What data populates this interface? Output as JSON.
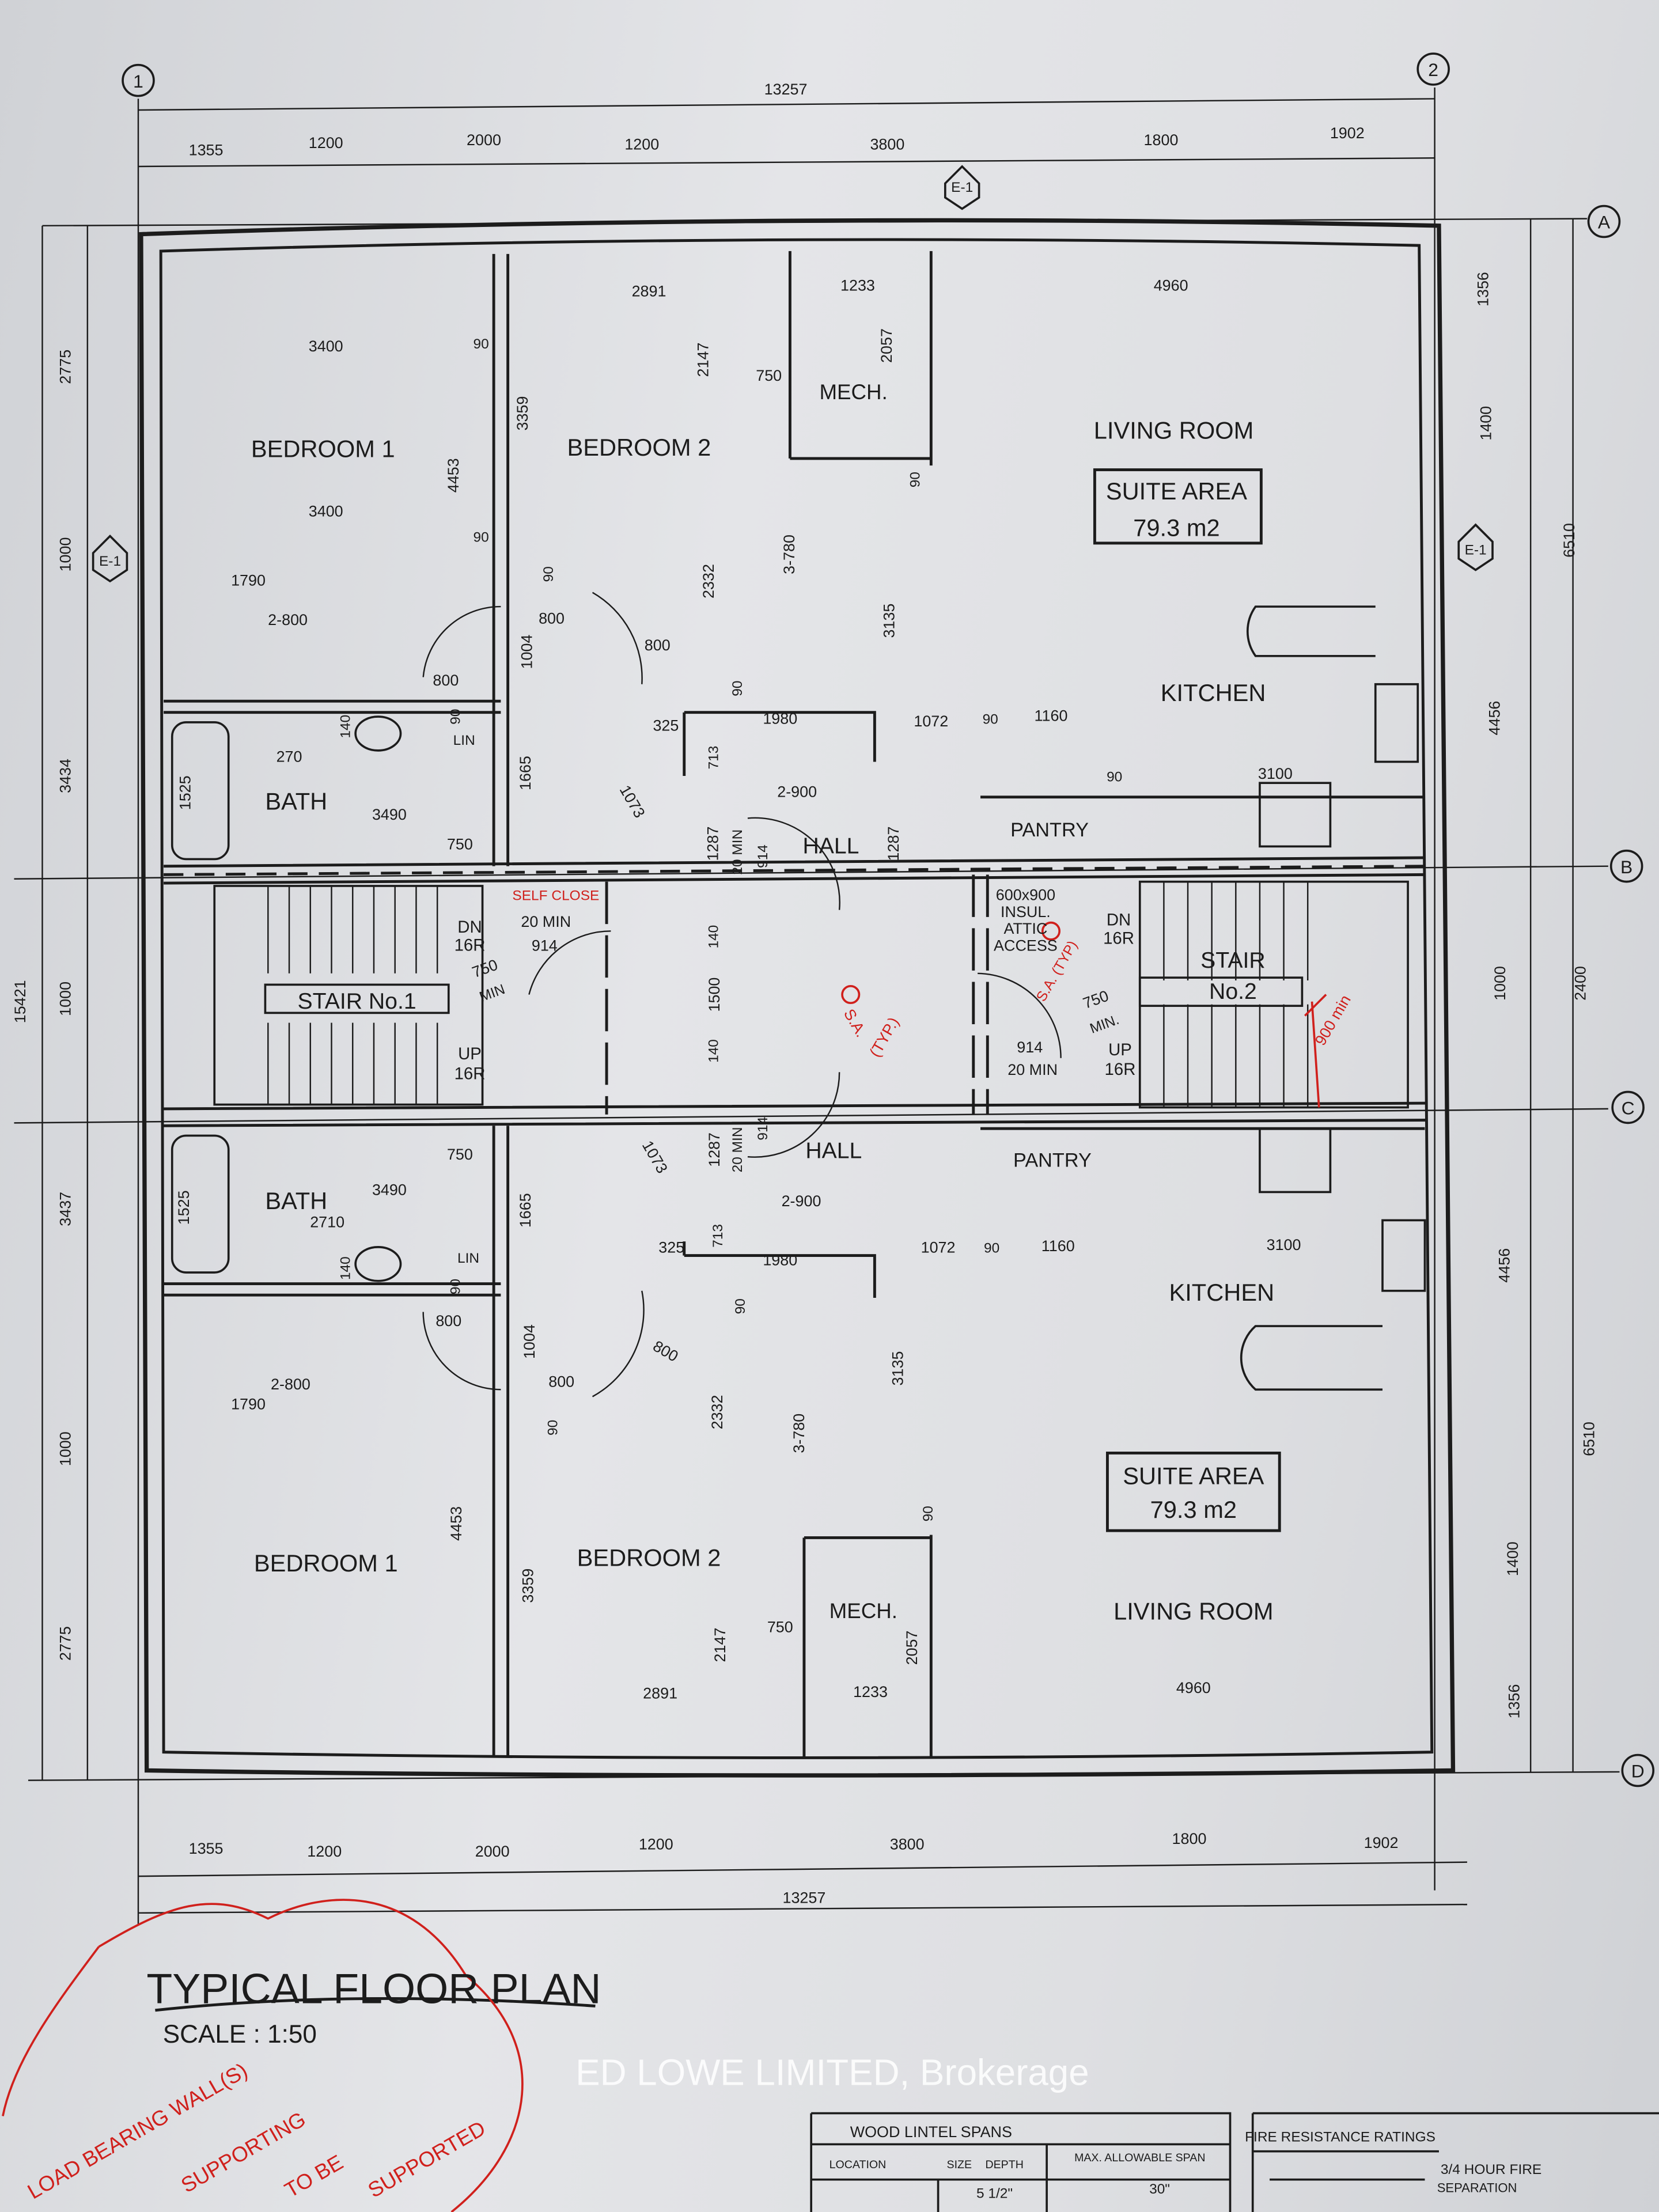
{
  "grid_markers": [
    "1",
    "2",
    "A",
    "B",
    "C",
    "D"
  ],
  "elevation_tags": [
    "E-1",
    "E-1",
    "E-1"
  ],
  "top_dims": {
    "overall": "13257",
    "segments": [
      "1355",
      "1200",
      "2000",
      "1200",
      "3800",
      "1800",
      "1902"
    ]
  },
  "bottom_dims": {
    "overall": "13257",
    "segments": [
      "1355",
      "1200",
      "2000",
      "1200",
      "3800",
      "1800",
      "1902"
    ]
  },
  "left_dims": [
    "2775",
    "1000",
    "3434",
    "1000",
    "3437",
    "1000",
    "2775",
    "15421"
  ],
  "right_dims": [
    "1356",
    "1400",
    "6510",
    "4456",
    "1000",
    "2400",
    "4456",
    "6510",
    "1400",
    "1356"
  ],
  "rooms": {
    "upper": {
      "bedroom1": "BEDROOM 1",
      "bedroom2": "BEDROOM 2",
      "mech": "MECH.",
      "living": "LIVING ROOM",
      "suite_area_label": "SUITE AREA",
      "suite_area_value": "79.3 m2",
      "kitchen": "KITCHEN",
      "bath": "BATH",
      "pantry": "PANTRY",
      "hall": "HALL",
      "lin": "LIN"
    },
    "lower": {
      "bedroom1": "BEDROOM 1",
      "bedroom2": "BEDROOM 2",
      "mech": "MECH.",
      "living": "LIVING ROOM",
      "suite_area_label": "SUITE AREA",
      "suite_area_value": "79.3 m2",
      "kitchen": "KITCHEN",
      "bath": "BATH",
      "pantry": "PANTRY",
      "hall": "HALL",
      "lin": "LIN"
    },
    "stair1": {
      "label": "STAIR No.1",
      "dn": "DN",
      "dn_r": "16R",
      "up": "UP",
      "up_r": "16R"
    },
    "stair2": {
      "label1": "STAIR",
      "label2": "No.2",
      "dn": "DN",
      "dn_r": "16R",
      "up": "UP",
      "up_r": "16R"
    },
    "attic": [
      "600x900",
      "INSUL.",
      "ATTIC",
      "ACCESS"
    ]
  },
  "inner_dims": {
    "upper": [
      "2891",
      "1233",
      "4960",
      "3400",
      "90",
      "2147",
      "750",
      "2057",
      "4453",
      "3359",
      "3400",
      "90",
      "3-780",
      "2332",
      "3135",
      "90",
      "90",
      "800",
      "1790",
      "2-800",
      "800",
      "1004",
      "800",
      "90",
      "140",
      "90",
      "325",
      "1980",
      "1072",
      "90",
      "1160",
      "270",
      "713",
      "2-900",
      "1525",
      "3490",
      "1665",
      "1073",
      "90",
      "3100",
      "1287",
      "20 MIN",
      "914",
      "1287",
      "750"
    ],
    "middle": [
      "20 MIN",
      "914",
      "750",
      "MIN",
      "140",
      "1500",
      "750",
      "MIN.",
      "914",
      "20 MIN",
      "140"
    ],
    "lower": [
      "1287",
      "20 MIN",
      "914",
      "750",
      "3490",
      "1073",
      "1525",
      "2710",
      "1665",
      "2-900",
      "713",
      "325",
      "1980",
      "1072",
      "90",
      "1160",
      "3100",
      "140",
      "90",
      "90",
      "800",
      "800",
      "1004",
      "800",
      "2-800",
      "1790",
      "3135",
      "2332",
      "90",
      "3-780",
      "4453",
      "90",
      "3359",
      "750",
      "2147",
      "2057",
      "2891",
      "1233",
      "4960"
    ]
  },
  "red_notes": {
    "self_close": "SELF CLOSE",
    "sa1": "S.A.",
    "sa1_typ": "(TYP.)",
    "sa2": "S.A. (TYP)",
    "min900": "900 min",
    "load_note": [
      "LOAD BEARING WALL(S)",
      "SUPPORTING",
      "TO BE",
      "SUPPORTED"
    ]
  },
  "title": {
    "main": "TYPICAL FLOOR PLAN",
    "scale": "SCALE : 1:50"
  },
  "lintel_table": {
    "title": "WOOD LINTEL SPANS",
    "headers": [
      "LOCATION",
      "SIZE",
      "DEPTH",
      "MAX. ALLOWABLE SPAN"
    ],
    "row": [
      "",
      "",
      "5 1/2\"",
      "30\""
    ]
  },
  "fire_table": {
    "title": "FIRE RESISTANCE RATINGS",
    "legend_line1": "3/4 HOUR FIRE",
    "legend_line2": "SEPARATION"
  },
  "watermark": "ED LOWE LIMITED, Brokerage",
  "colors": {
    "ink": "#1c1c1c",
    "red": "#d0201c",
    "paper": "#dedfe2"
  }
}
